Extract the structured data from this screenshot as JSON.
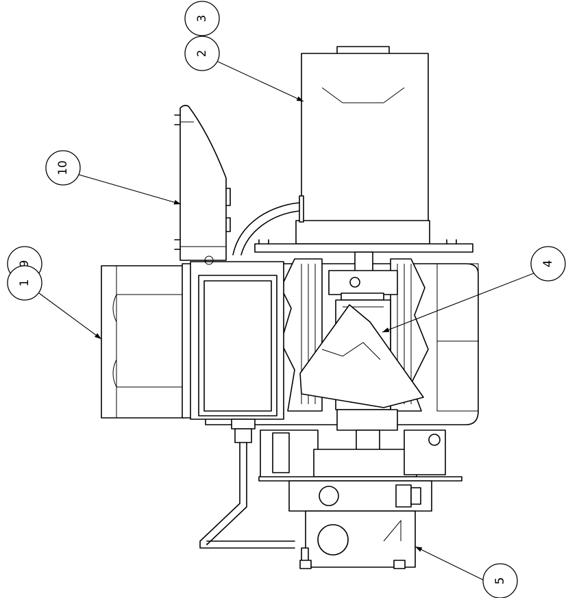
{
  "drawing": {
    "background": "#ffffff",
    "line_color": "#000000",
    "callouts": [
      {
        "id": "c3",
        "label": "3"
      },
      {
        "id": "c2",
        "label": "2"
      },
      {
        "id": "c10",
        "label": "10"
      },
      {
        "id": "c9",
        "label": "9"
      },
      {
        "id": "c1",
        "label": "1"
      },
      {
        "id": "c4",
        "label": "4"
      },
      {
        "id": "c5",
        "label": "5"
      }
    ]
  }
}
